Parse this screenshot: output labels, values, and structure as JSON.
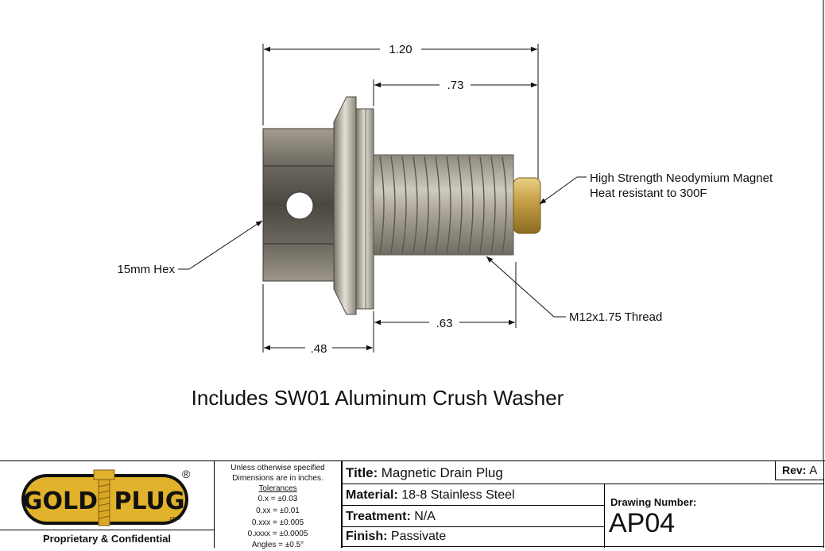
{
  "dimensions": {
    "overall_length": "1.20",
    "thread_plus_magnet": ".73",
    "thread_length": ".63",
    "head_length": ".48"
  },
  "callouts": {
    "magnet_line1": "High Strength Neodymium Magnet",
    "magnet_line2": "Heat resistant to 300F",
    "hex": "15mm Hex",
    "thread": "M12x1.75 Thread"
  },
  "caption": "Includes SW01 Aluminum Crush Washer",
  "title_block": {
    "logo_text_left": "GOLD",
    "logo_text_right": "PLUG",
    "logo_sub": ".com",
    "registered": "®",
    "proprietary": "Proprietary & Confidential",
    "tolerance_note_line1": "Unless otherwise specified",
    "tolerance_note_line2": "Dimensions are in inches.",
    "tolerances_heading": "Tolerances",
    "tolerances": [
      "0.x = ±0.03",
      "0.xx = ±0.01",
      "0.xxx = ±0.005",
      "0.xxxx = ±0.0005",
      "Angles = ±0.5°"
    ],
    "title_label": "Title:",
    "title_value": "Magnetic Drain Plug",
    "rev_label": "Rev:",
    "rev_value": "A",
    "material_label": "Material:",
    "material_value": "18-8 Stainless Steel",
    "treatment_label": "Treatment:",
    "treatment_value": "N/A",
    "finish_label": "Finish:",
    "finish_value": "Passivate",
    "drawing_number_label": "Drawing Number:",
    "drawing_number_value": "AP04"
  },
  "colors": {
    "steel_dark": "#5e5a52",
    "steel_light": "#c9c4b8",
    "brass": "#c9a24a",
    "logo_gold": "#e1b22b"
  }
}
